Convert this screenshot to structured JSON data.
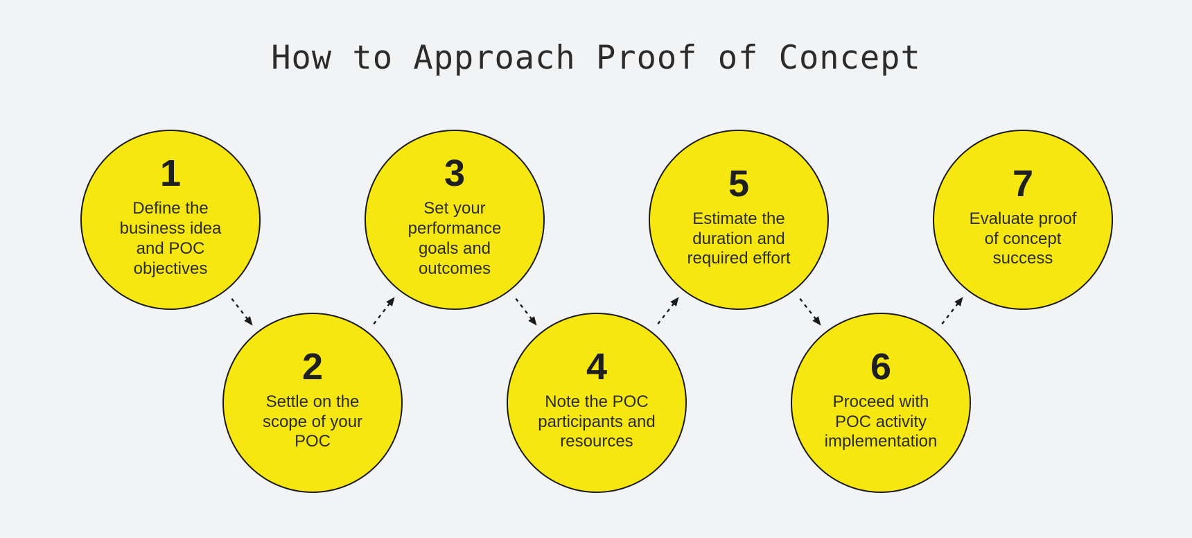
{
  "title": "How to Approach Proof of Concept",
  "colors": {
    "background": "#F2F3F4",
    "circle_fill": "#F7E711",
    "circle_border": "#1A1A1A",
    "title_text": "#2B2B2B",
    "body_text": "#2C2C2C",
    "arrow": "#1A1A1A"
  },
  "steps": [
    {
      "number": "1",
      "label": "Define the\nbusiness idea\nand POC\nobjectives"
    },
    {
      "number": "2",
      "label": "Settle on the\nscope of your\nPOC"
    },
    {
      "number": "3",
      "label": "Set your\nperformance\ngoals and\noutcomes"
    },
    {
      "number": "4",
      "label": "Note the POC\nparticipants and\nresources"
    },
    {
      "number": "5",
      "label": "Estimate the\nduration and\nrequired effort"
    },
    {
      "number": "6",
      "label": "Proceed with\nPOC activity\nimplementation"
    },
    {
      "number": "7",
      "label": "Evaluate proof\nof concept\nsuccess"
    }
  ]
}
